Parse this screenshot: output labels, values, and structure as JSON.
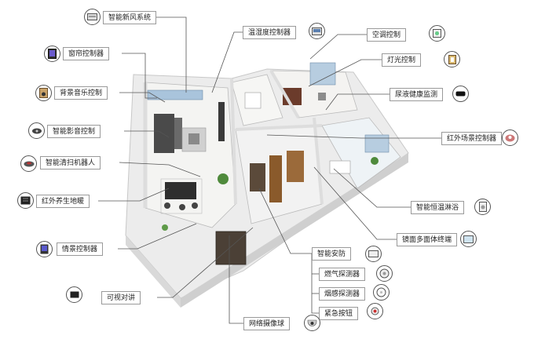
{
  "labels": {
    "fresh_air": "智能新风系统",
    "curtain": "窗帘控制器",
    "bg_music": "背景音乐控制",
    "home_theater": "智能影音控制",
    "robot_cleaner": "智能清扫机器人",
    "floor_heating": "红外养生地暖",
    "scene": "情景控制器",
    "video_intercom": "可视对讲",
    "temp_humidity": "温湿度控制器",
    "ac": "空调控制",
    "lighting": "灯光控制",
    "urine": "尿液健康监测",
    "ir_scene": "红外场景控制器",
    "shower": "智能恒温淋浴",
    "mirror": "镜面多面体终端",
    "security": "智能安防",
    "gas": "燃气探测器",
    "smoke": "烟感探测器",
    "emergency": "紧急按钮",
    "camera": "网络摄像球"
  },
  "icons": {
    "fresh_air": "air-purifier-icon",
    "curtain": "tablet-remote-icon",
    "bg_music": "speaker-icon",
    "home_theater": "projector-icon",
    "robot_cleaner": "robot-vacuum-icon",
    "floor_heating": "heating-panel-icon",
    "scene": "scene-panel-icon",
    "video_intercom": "intercom-icon",
    "temp_humidity": "thermostat-icon",
    "ac": "ac-panel-icon",
    "lighting": "light-switch-icon",
    "urine": "health-monitor-icon",
    "ir_scene": "ir-controller-icon",
    "shower": "shower-panel-icon",
    "mirror": "mirror-terminal-icon",
    "security": "security-panel-icon",
    "gas": "gas-detector-icon",
    "smoke": "smoke-detector-icon",
    "emergency": "emergency-button-icon",
    "camera": "dome-camera-icon"
  },
  "colors": {
    "wall": "#f2f2f2",
    "floor": "#e9ece9",
    "dark_furniture": "#3a3a3a",
    "wood": "#8a5a2b",
    "line": "#555555"
  }
}
